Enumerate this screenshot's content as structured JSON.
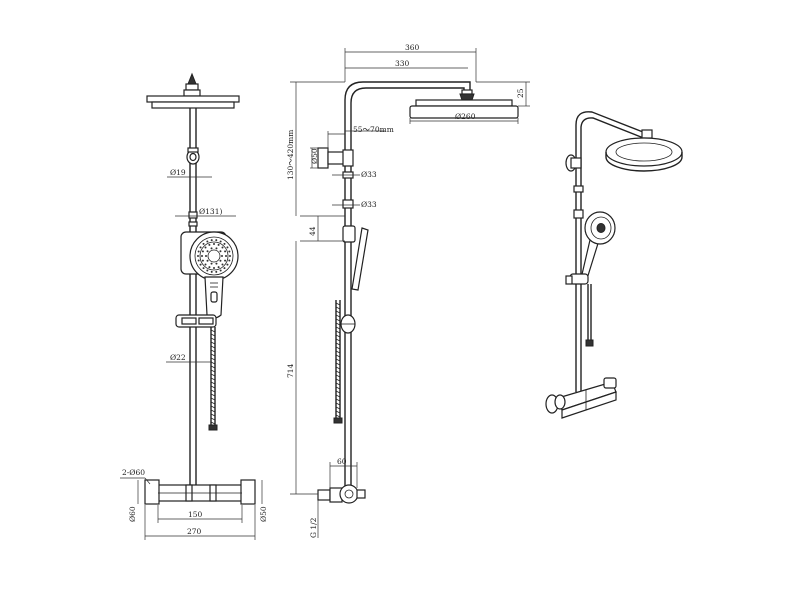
{
  "front_view": {
    "d_riser": "Ø19",
    "d_handshower": "Ø131)",
    "d_slide": "Ø22",
    "d_inlet": "2-Ø60",
    "d_left": "Ø60",
    "d_right": "Ø50",
    "w_inner": "150",
    "w_total": "270"
  },
  "side_view": {
    "w_total": "360",
    "w_arm": "330",
    "h_head": "25",
    "d_head": "Ø260",
    "offset": "55～70mm",
    "d_bracket": "Ø50",
    "d_upper": "Ø33",
    "d_lower": "Ø33",
    "h_slide": "44",
    "h_adjust": "130～420mm",
    "h_main": "714",
    "d_mixer": "60",
    "thread": "G 1/2"
  }
}
